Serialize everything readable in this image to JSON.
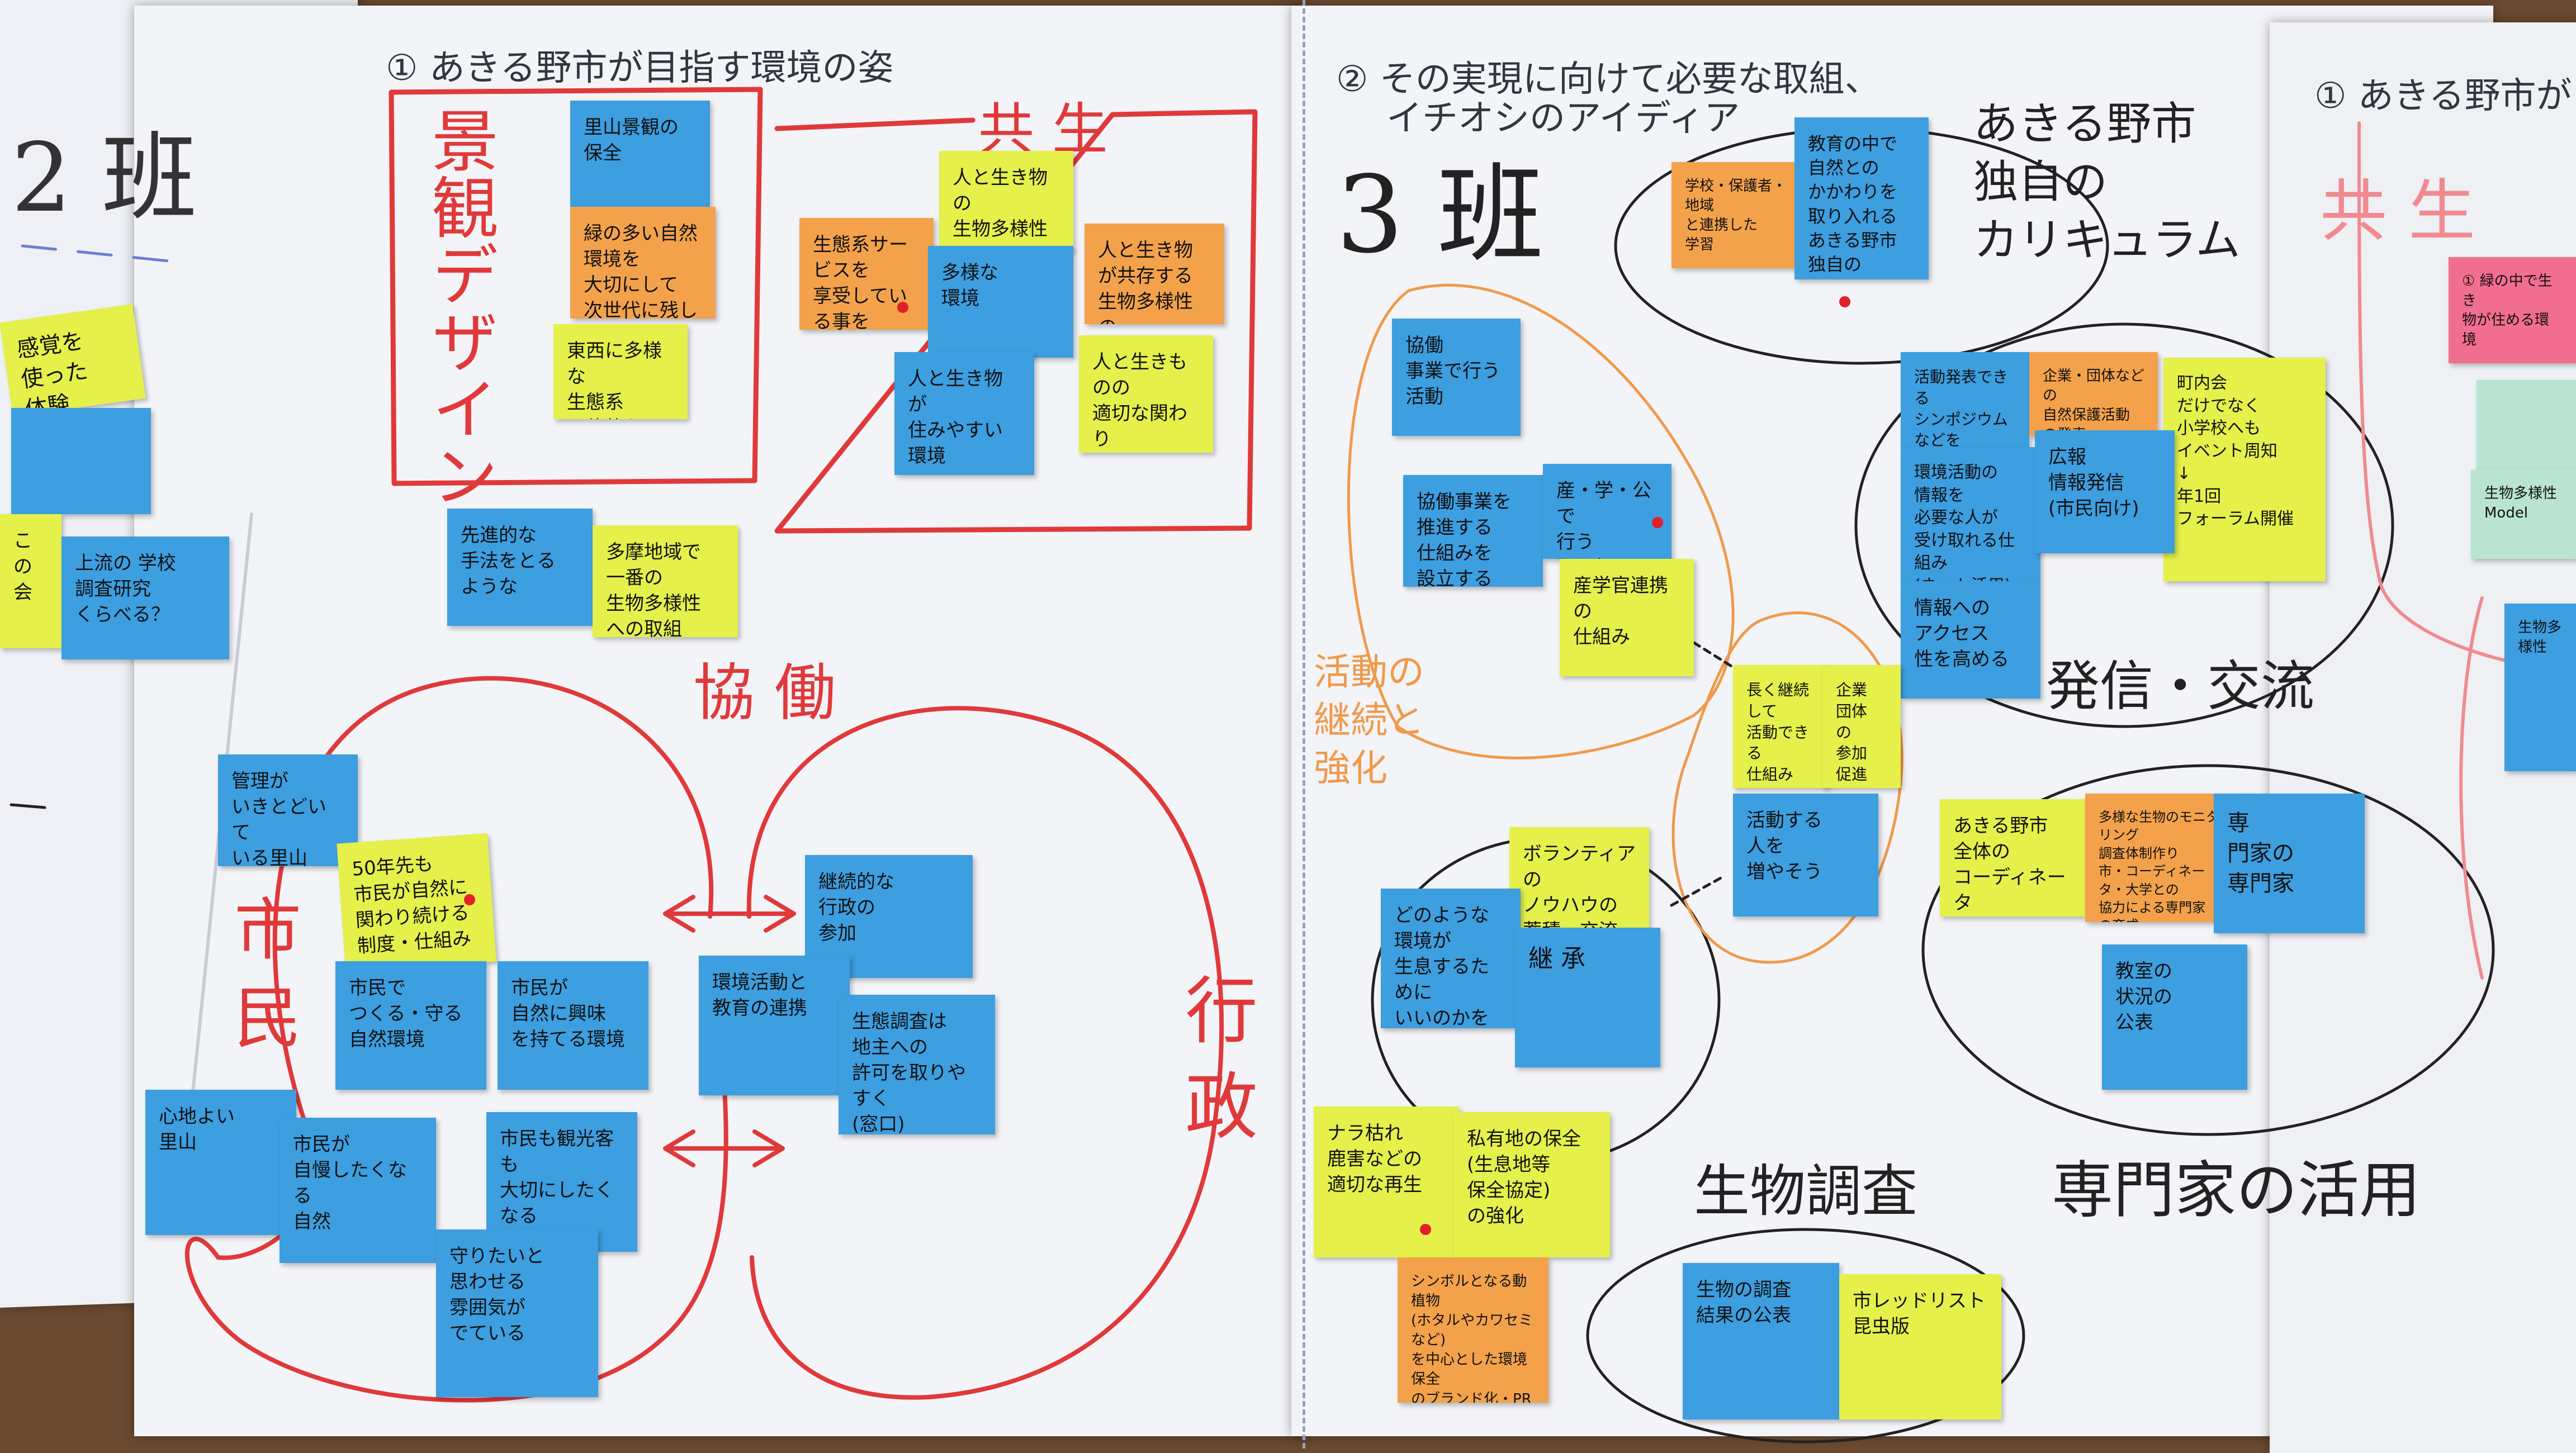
{
  "colors": {
    "board": "#6b4a30",
    "paper": "#f3f4f8",
    "red_marker": "#e0393a",
    "orange_marker": "#ef9a4b",
    "black_marker": "#222222",
    "note_blue": "#3d9ee0",
    "note_yellow": "#e5f04a",
    "note_orange": "#f3a24b",
    "note_pink": "#f26e8e"
  },
  "left_sheet": {
    "group": "2 班",
    "notes": [
      "感覚を\n使った\n体験",
      "",
      "こ の\n会",
      "上流の 学校\n調査研究\nくらべる？"
    ]
  },
  "center_sheet": {
    "header": "① あきる野市が目指す環境の姿",
    "labels": {
      "landscape": "景観デザイン",
      "coexist": "共 生",
      "cooperation": "協 働",
      "citizens": "市 民",
      "government": "行 政"
    },
    "notes": [
      "里山景観の\n保全",
      "緑の多い自然環境を\n大切にして\n次世代に残したい",
      "東西に多様な\n生態系\n一体的な\n保全・利用",
      "人と生き物の\n生物多様性",
      "生態系サービスを\n享受している事を\n生活の中で\n実感できる",
      "多様な\n環境",
      "人と生き物が共存する\n生物多様性の\n高い自然",
      "人と生き物が\n住みやすい\n環境",
      "人と生きものの\n適切な関わり\n共生",
      "先進的な\n手法をとる\nような",
      "多摩地域で\n一番の\n生物多様性\nへの取組",
      "管理が\nいきとどいて\nいる里山",
      "50年先も\n市民が自然に\n関わり続ける\n制度・仕組み",
      "市民で\nつくる・守る\n自然環境",
      "市民が\n自然に興味\nを持てる環境",
      "心地よい\n里山",
      "市民が\n自慢したくなる\n自然",
      "市民も観光客も\n大切にしたくなる",
      "守りたいと\n思わせる\n雰囲気が\nでている",
      "継続的な\n行政の\n参加",
      "環境活動と\n教育の連携",
      "生態調査は\n地主への\n許可を取りやすく\n(窓口)"
    ]
  },
  "right_sheet": {
    "header_line1": "② その実現に向けて必要な取組、",
    "header_line2": "イチオシのアイディア",
    "group": "3 班",
    "labels": {
      "curriculum": "あきる野市\n独自の\nカリキュラム",
      "continuation": "活動の\n継続と\n強化",
      "outreach": "発信・交流",
      "biosurvey": "生物調査",
      "experts": "専門家の活用"
    },
    "notes": [
      "学校・保護者・地域\nと連携した\n学習",
      "教育の中で\n自然との\nかかわりを\n取り入れる\nあきる野市\n独自の\n自然環境\nカリキュラム",
      "協働\n事業で行う\n活動",
      "協働事業を\n推進する\n仕組みを\n設立する",
      "産・学・公で\n行う\n取り組み",
      "産学官連携の\n仕組み",
      "活動発表できる\nシンポジウムなどを\n行う",
      "企業・団体などの\n自然保護活動\nの発表",
      "町内会\nだけでなく\n小学校へも\nイベント周知\n↓\n年1回\nフォーラム開催",
      "環境活動の\n情報を\n必要な人が\n受け取れる仕組み\n(ネット活用)",
      "広報\n情報発信\n(市民向け)",
      "情報への\nアクセス\n性を高める",
      "長く継続して\n活動できる\n仕組み",
      "企業\n団体\nの\n参加\n促進",
      "ボランティアの\nノウハウの\n蓄積・交流",
      "どのような環境が\n生息するために\nいいのかを\n学びあえる場\n話し合う場",
      "継 承",
      "活動する\n人を\n増やそう",
      "あきる野市\n全体の\nコーディネータ",
      "多様な生物のモニタリング\n調査体制作り\n市・コーディネータ・大学との\n協力による専門家\nの育成",
      "専\n門家の\n専門家",
      "教室の\n状況の\n公表",
      "ナラ枯れ\n鹿害などの\n適切な再生",
      "私有地の保全\n(生息地等\n保全協定)\nの強化",
      "シンボルとなる動植物\n(ホタルやカワセミなど)\nを中心とした環境保全\nのブランド化・PR",
      "生物の調査\n結果の公表",
      "市レッドリスト\n昆虫版"
    ]
  },
  "edge_sheet": {
    "header": "① あきる野市が",
    "label": "共 生",
    "notes": [
      "① 緑の中で生き\n物が住める環境",
      "",
      "生物多様性\nModel",
      "生物多様性"
    ]
  }
}
